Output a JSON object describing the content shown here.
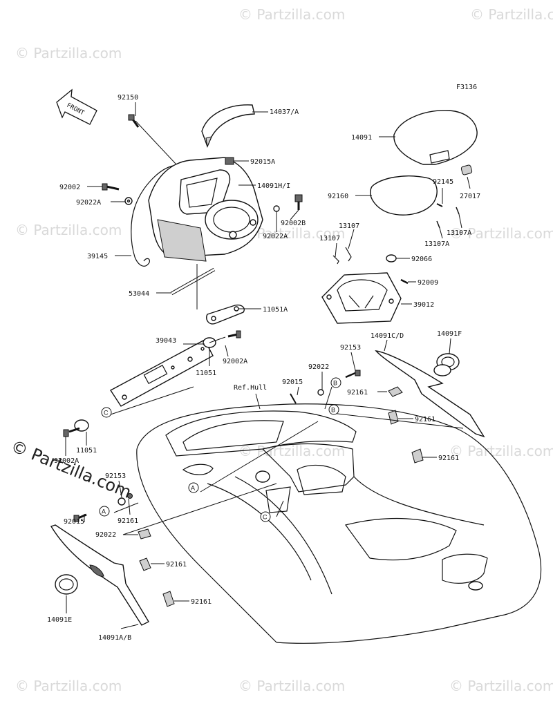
{
  "diagram": {
    "code": "F3136",
    "front_label": "FRONT",
    "hull_label": "Ref.Hull",
    "watermark": "© Partzilla.com",
    "parts": [
      {
        "id": "p1",
        "label": "92150"
      },
      {
        "id": "p2",
        "label": "14037/A"
      },
      {
        "id": "p3",
        "label": "92015A"
      },
      {
        "id": "p4",
        "label": "14091H/I"
      },
      {
        "id": "p5",
        "label": "92002"
      },
      {
        "id": "p6",
        "label": "92022A"
      },
      {
        "id": "p7",
        "label": "92002B"
      },
      {
        "id": "p8",
        "label": "92022A"
      },
      {
        "id": "p9",
        "label": "39145"
      },
      {
        "id": "p10",
        "label": "53044"
      },
      {
        "id": "p11",
        "label": "11051A"
      },
      {
        "id": "p12",
        "label": "39043"
      },
      {
        "id": "p13",
        "label": "92002A"
      },
      {
        "id": "p14",
        "label": "11051"
      },
      {
        "id": "p15",
        "label": "11051"
      },
      {
        "id": "p16",
        "label": "92002A"
      },
      {
        "id": "p17",
        "label": "14091"
      },
      {
        "id": "p18",
        "label": "92160"
      },
      {
        "id": "p19",
        "label": "92145"
      },
      {
        "id": "p20",
        "label": "27017"
      },
      {
        "id": "p21",
        "label": "13107A"
      },
      {
        "id": "p22",
        "label": "13107A"
      },
      {
        "id": "p23",
        "label": "13107"
      },
      {
        "id": "p24",
        "label": "13107"
      },
      {
        "id": "p25",
        "label": "92066"
      },
      {
        "id": "p26",
        "label": "92009"
      },
      {
        "id": "p27",
        "label": "39012"
      },
      {
        "id": "p28",
        "label": "14091C/D"
      },
      {
        "id": "p29",
        "label": "14091F"
      },
      {
        "id": "p30",
        "label": "92153"
      },
      {
        "id": "p31",
        "label": "92022"
      },
      {
        "id": "p32",
        "label": "92015"
      },
      {
        "id": "p33",
        "label": "92161"
      },
      {
        "id": "p34",
        "label": "92161"
      },
      {
        "id": "p35",
        "label": "92161"
      },
      {
        "id": "p36",
        "label": "92022"
      },
      {
        "id": "p37",
        "label": "92153"
      },
      {
        "id": "p38",
        "label": "92015"
      },
      {
        "id": "p39",
        "label": "92161"
      },
      {
        "id": "p40",
        "label": "92161"
      },
      {
        "id": "p41",
        "label": "92161"
      },
      {
        "id": "p42",
        "label": "14091E"
      },
      {
        "id": "p43",
        "label": "14091A/B"
      }
    ],
    "refs": [
      "A",
      "B",
      "C"
    ]
  }
}
